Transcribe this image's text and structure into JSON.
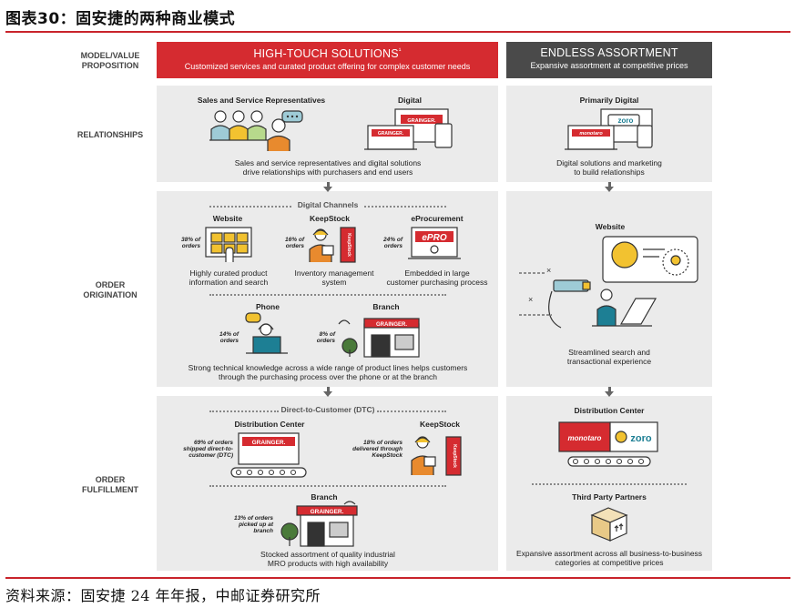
{
  "figure_title": "图表30：固安捷的两种商业模式",
  "source": "资料来源：固安捷 24 年年报，中邮证券研究所",
  "row_labels": {
    "model": "MODEL/VALUE PROPOSITION",
    "relationships": "RELATIONSHIPS",
    "origination": "ORDER ORIGINATION",
    "fulfillment": "ORDER FULFILLMENT"
  },
  "high_touch": {
    "title": "HIGH-TOUCH SOLUTIONS",
    "title_mark": "¹",
    "subtitle": "Customized services and curated product offering for complex customer needs",
    "relationships": {
      "reps_heading": "Sales and Service Representatives",
      "digital_heading": "Digital",
      "caption_line1": "Sales and service representatives and digital solutions",
      "caption_line2": "drive relationships with purchasers and end users"
    },
    "origination": {
      "digital_channels": "Digital Channels",
      "website_heading": "Website",
      "website_pct": "38% of orders",
      "website_caption_line1": "Highly curated product",
      "website_caption_line2": "information and search",
      "keepstock_heading": "KeepStock",
      "keepstock_pct": "16% of orders",
      "keepstock_caption_line1": "Inventory management",
      "keepstock_caption_line2": "system",
      "eproc_heading": "eProcurement",
      "eproc_pct": "24% of orders",
      "eproc_caption_line1": "Embedded in large",
      "eproc_caption_line2": "customer purchasing process",
      "phone_heading": "Phone",
      "phone_pct": "14% of orders",
      "branch_heading": "Branch",
      "branch_pct": "8% of orders",
      "caption_line1": "Strong technical knowledge across a wide range of product lines helps customers",
      "caption_line2": "through the purchasing process over the phone or at the branch"
    },
    "fulfillment": {
      "dtc": "Direct-to-Customer (DTC)",
      "dc_heading": "Distribution Center",
      "dc_pct": "69% of orders shipped direct-to-customer (DTC)",
      "keepstock_heading": "KeepStock",
      "keepstock_pct": "18% of orders delivered through KeepStock",
      "branch_heading": "Branch",
      "branch_pct": "13% of orders picked up at branch",
      "caption_line1": "Stocked assortment of quality industrial",
      "caption_line2": "MRO products with high availability"
    }
  },
  "endless": {
    "title": "ENDLESS ASSORTMENT",
    "subtitle": "Expansive assortment at competitive prices",
    "relationships": {
      "heading": "Primarily Digital",
      "caption_line1": "Digital solutions and marketing",
      "caption_line2": "to build relationships"
    },
    "origination": {
      "heading": "Website",
      "caption_line1": "Streamlined search and",
      "caption_line2": "transactional experience"
    },
    "fulfillment": {
      "dc_heading": "Distribution Center",
      "tpp_heading": "Third Party Partners",
      "caption_line1": "Expansive assortment across all business-to-business",
      "caption_line2": "categories at competitive prices"
    }
  },
  "brands": {
    "grainger": "GRAINGER.",
    "zoro": "zoro",
    "monotaro": "monotaro",
    "epro": "ePRO",
    "keepstock": "KeepStock"
  },
  "colors": {
    "red": "#d52b30",
    "dark_gray": "#4a4a4a",
    "panel": "#ebebeb",
    "teal": "#1d7f94",
    "yellow": "#f2c230",
    "orange": "#e88a2e"
  }
}
